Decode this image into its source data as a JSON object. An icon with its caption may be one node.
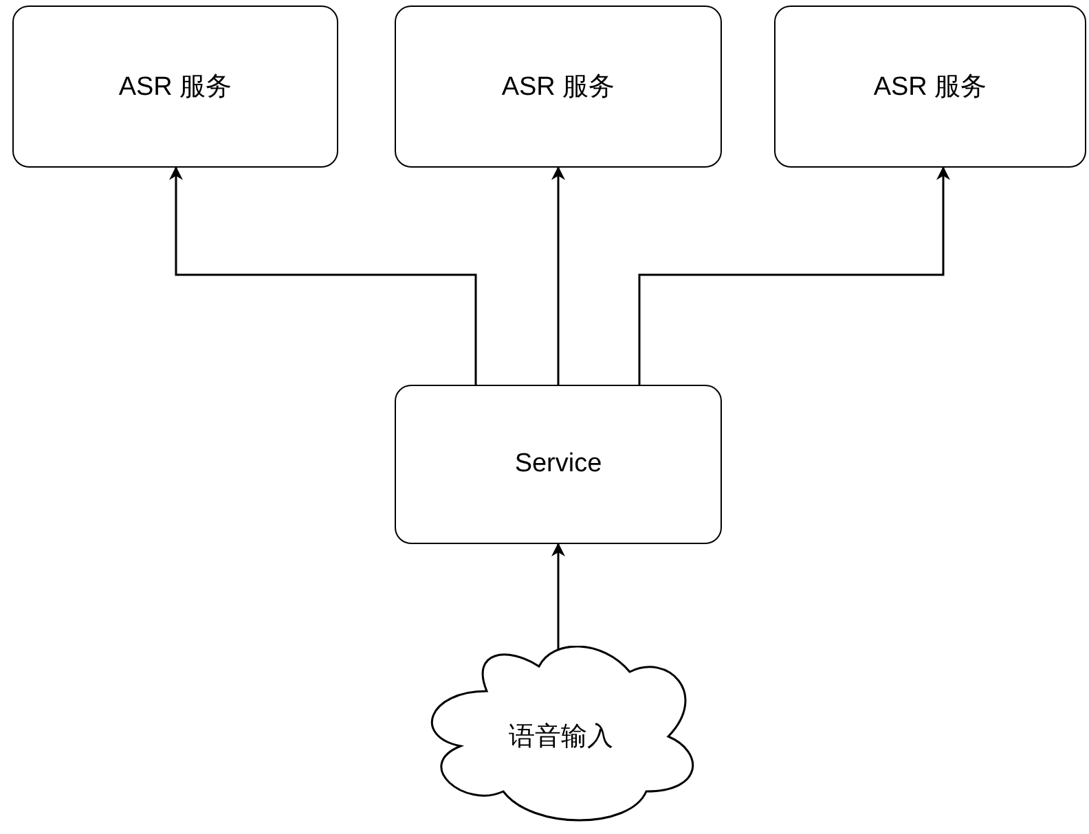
{
  "diagram": {
    "nodes": [
      {
        "text": [
          "ASR 服务"
        ]
      },
      {
        "text": [
          "ASR 服务"
        ]
      },
      {
        "text": [
          "ASR 服务"
        ]
      },
      {
        "text": [
          "Service"
        ]
      },
      {
        "text": [
          "语音输入"
        ]
      }
    ],
    "edges": [
      {
        "from": 3,
        "to": 0,
        "arrow": "to"
      },
      {
        "from": 3,
        "to": 1,
        "arrow": "to"
      },
      {
        "from": 3,
        "to": 2,
        "arrow": "to"
      },
      {
        "from": 4,
        "to": 3,
        "arrow": "to"
      }
    ]
  }
}
